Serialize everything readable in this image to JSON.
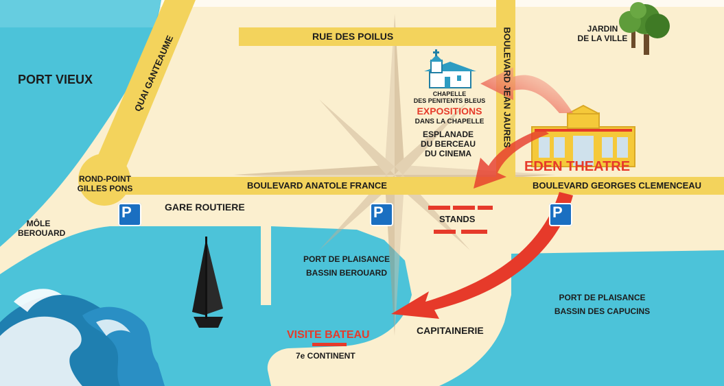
{
  "map": {
    "colors": {
      "land": "#fbefcf",
      "road": "#f3d35c",
      "road_edge": "#e9c443",
      "water": "#4cc3d9",
      "water_light": "#7fd7e8",
      "accent_red": "#e63a2a",
      "parking_blue": "#1a6fc1",
      "building_yellow": "#f5c93a"
    },
    "areas": {
      "port_vieux": "PORT VIEUX",
      "jardin": [
        "JARDIN",
        "DE LA VILLE"
      ],
      "mole": [
        "MÔLE",
        "BEROUARD"
      ],
      "gare": "GARE ROUTIERE",
      "bassin_berouard": [
        "PORT DE PLAISANCE",
        "BASSIN BEROUARD"
      ],
      "bassin_capucins": [
        "PORT DE PLAISANCE",
        "BASSIN DES CAPUCINS"
      ],
      "capitainerie": "CAPITAINERIE"
    },
    "roads": {
      "rue_poilus": "RUE DES POILUS",
      "quai_ganteaume": "QUAI GANTEAUME",
      "bd_jean_jaures": "BOULEVARD JEAN JAURES",
      "bd_anatole_france": "BOULEVARD ANATOLE FRANCE",
      "bd_clemenceau": "BOULEVARD GEORGES CLEMENCEAU",
      "rond_point": [
        "ROND-POINT",
        "GILLES PONS"
      ]
    },
    "landmarks": {
      "chapelle": [
        "CHAPELLE",
        "DES PENITENTS BLEUS"
      ],
      "expositions": "EXPOSITIONS",
      "expositions_sub": "DANS LA CHAPELLE",
      "esplanade": [
        "ESPLANADE",
        "DU BERCEAU",
        "DU CINEMA"
      ],
      "eden": "EDEN  THEATRE",
      "stands": "STANDS",
      "visite": "VISITE BATEAU",
      "continent": "7e CONTINENT"
    },
    "parking_symbol": "P",
    "icons": [
      "parking-icon",
      "chapel-icon",
      "theatre-icon",
      "sailboat-icon",
      "tree-icon",
      "compass-rose-icon",
      "wave-icon",
      "red-arrow-icon"
    ]
  }
}
